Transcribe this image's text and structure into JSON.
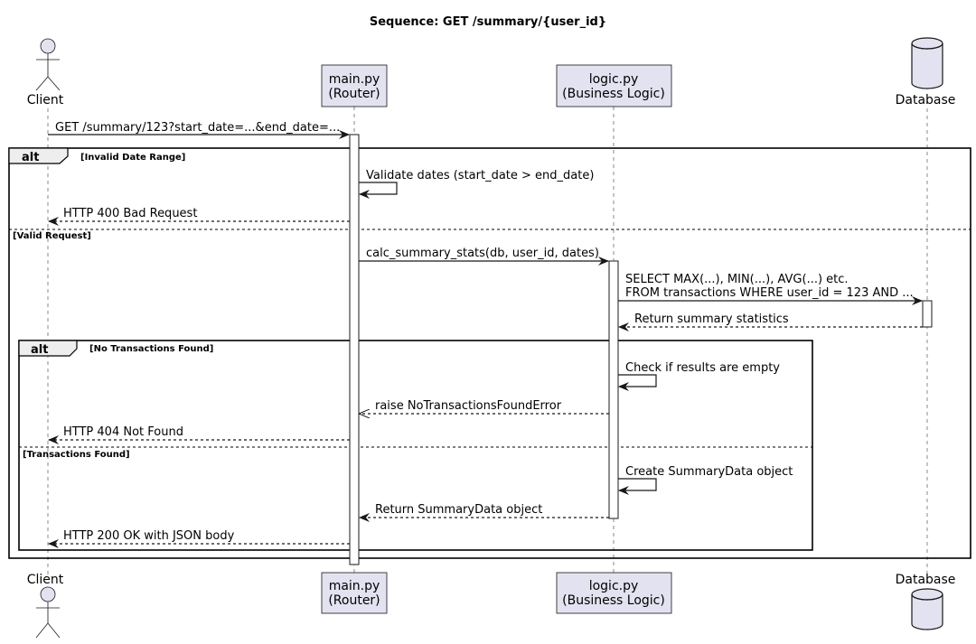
{
  "title": "Sequence: GET /summary/{user_id}",
  "participants": {
    "client": {
      "label": "Client",
      "kind": "actor"
    },
    "main": {
      "line1": "main.py",
      "line2": "(Router)",
      "kind": "participant"
    },
    "logic": {
      "line1": "logic.py",
      "line2": "(Business Logic)",
      "kind": "participant"
    },
    "db": {
      "label": "Database",
      "kind": "database"
    }
  },
  "messages": {
    "m1": "GET /summary/123?start_date=...&end_date=...",
    "m2": "Validate dates (start_date > end_date)",
    "m3": "HTTP 400 Bad Request",
    "m4": "calc_summary_stats(db, user_id, dates)",
    "m5_line1": "SELECT MAX(...), MIN(...), AVG(...) etc.",
    "m5_line2": "FROM transactions WHERE user_id = 123 AND ...",
    "m6": "Return summary statistics",
    "m7": "Check if results are empty",
    "m8": "raise NoTransactionsFoundError",
    "m9": "HTTP 404 Not Found",
    "m10": "Create SummaryData object",
    "m11": "Return SummaryData object",
    "m12": "HTTP 200 OK with JSON body"
  },
  "fragments": {
    "outer": {
      "tag": "alt",
      "guard1": "[Invalid Date Range]",
      "guard2": "[Valid Request]"
    },
    "inner": {
      "tag": "alt",
      "guard1": "[No Transactions Found]",
      "guard2": "[Transactions Found]"
    }
  },
  "colors": {
    "participant_fill": "#E2E2F0",
    "line": "#181818",
    "lifeline": "#888888"
  }
}
